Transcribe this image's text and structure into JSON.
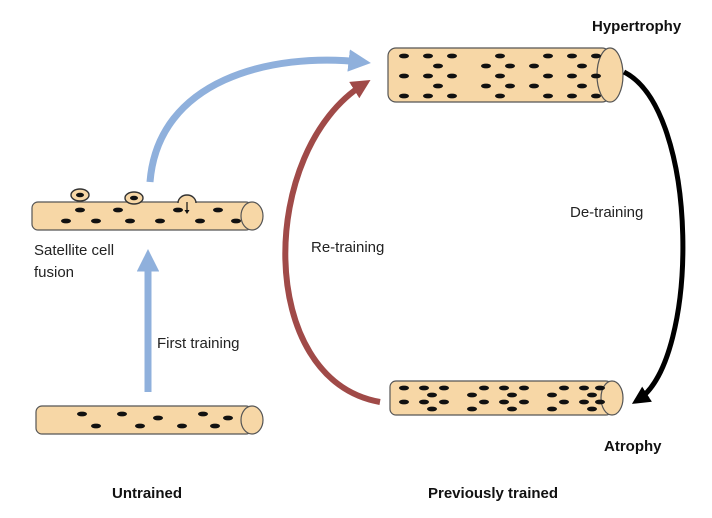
{
  "labels": {
    "hypertrophy": "Hypertrophy",
    "atrophy": "Atrophy",
    "satellite_line1": "Satellite cell",
    "satellite_line2": "fusion",
    "first_training": "First training",
    "re_training": "Re-training",
    "de_training": "De-training",
    "untrained": "Untrained",
    "previously_trained": "Previously trained"
  },
  "colors": {
    "fiber_fill": "#f7d7a6",
    "fiber_stroke": "#555555",
    "nucleus": "#111111",
    "first_training_arrow": "#8fb0dc",
    "re_training_arrow": "#a04a48",
    "de_training_arrow": "#000000"
  },
  "icons": {
    "fiber": "muscle-fiber-cylinder",
    "nucleus": "myonucleus-ellipse",
    "satellite_cell": "satellite-cell-icon"
  }
}
